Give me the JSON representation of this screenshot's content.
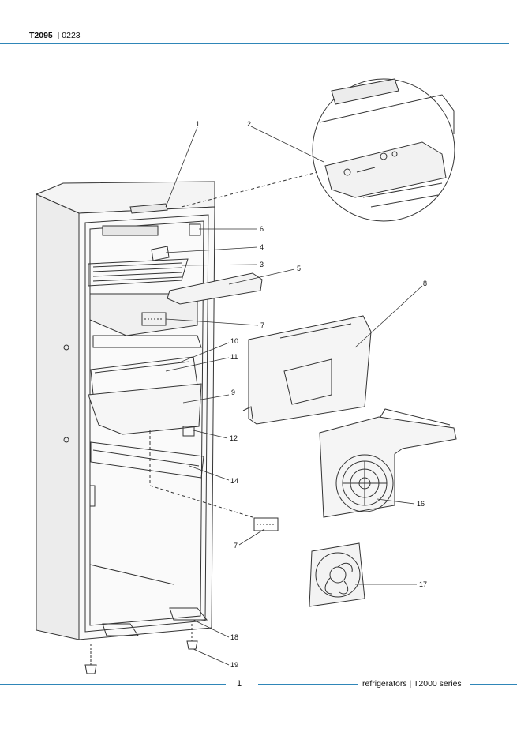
{
  "header": {
    "doc_code": "T2095",
    "doc_rev": "| 0223"
  },
  "callouts": {
    "c1": "1",
    "c2": "2",
    "c3": "3",
    "c4": "4",
    "c5": "5",
    "c6": "6",
    "c7a": "7",
    "c7b": "7",
    "c8": "8",
    "c9": "9",
    "c10": "10",
    "c11": "11",
    "c12": "12",
    "c14": "14",
    "c16": "16",
    "c17": "17",
    "c18": "18",
    "c19": "19"
  },
  "footer": {
    "page_number": "1",
    "series": "refrigerators | T2000 series"
  },
  "colors": {
    "rule": "#2f86b8",
    "line": "#333333",
    "panel": "#f2f2f2"
  }
}
